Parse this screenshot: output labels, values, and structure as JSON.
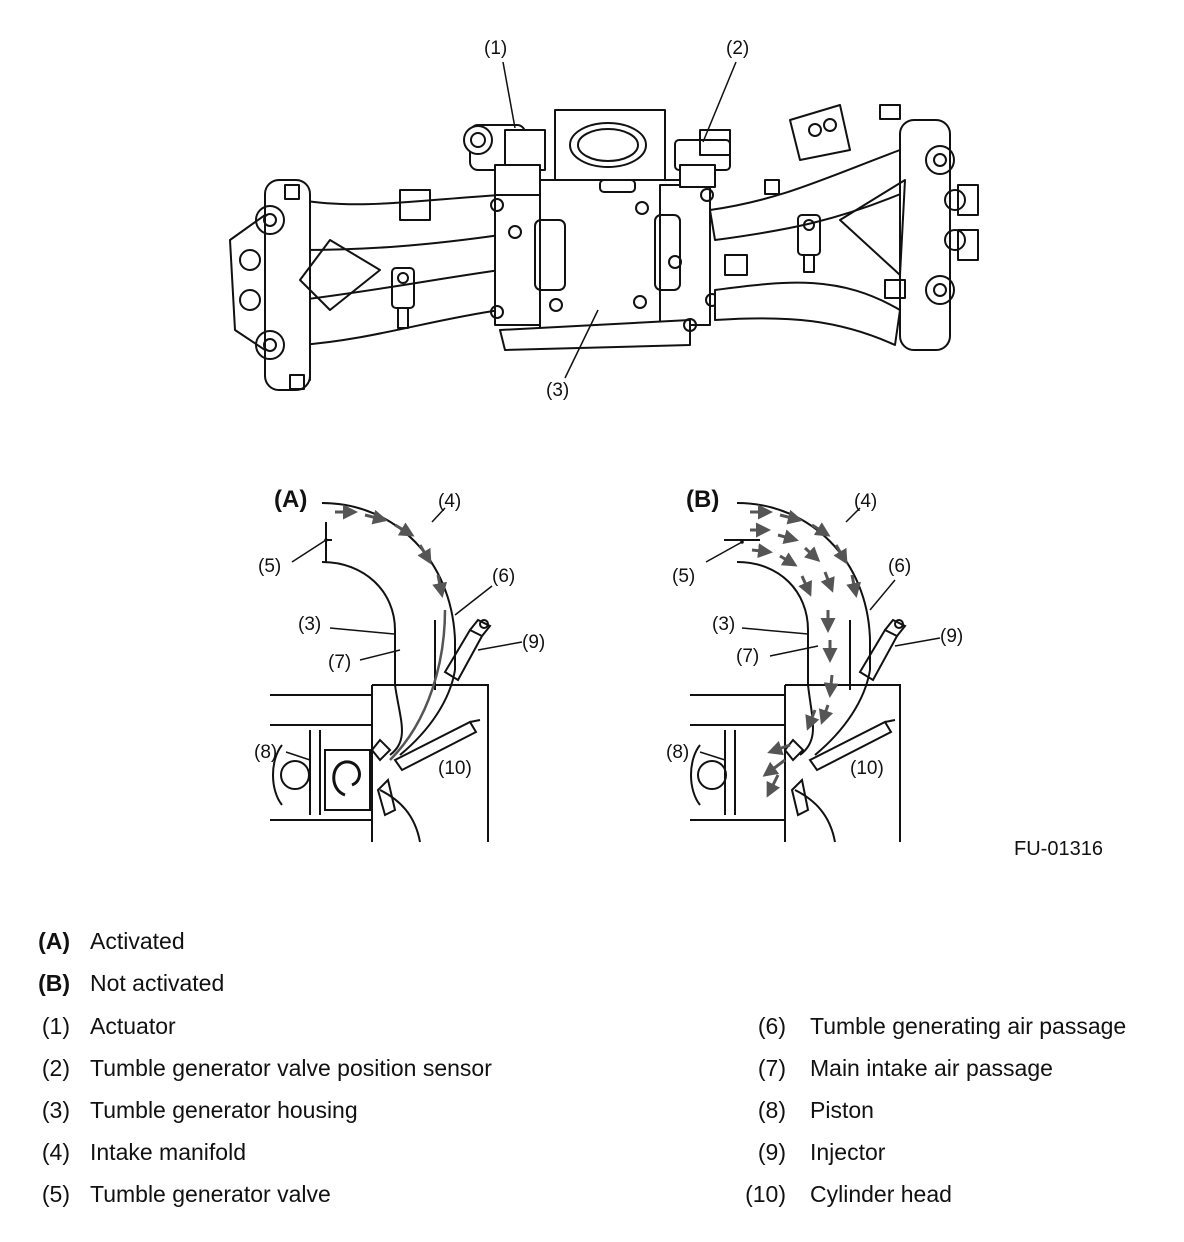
{
  "figure": {
    "id": "FU-01316",
    "panel_a": "(A)",
    "panel_b": "(B)",
    "top_callouts": {
      "c1": "(1)",
      "c2": "(2)",
      "c3": "(3)"
    },
    "detail_callouts": {
      "c3": "(3)",
      "c4": "(4)",
      "c5": "(5)",
      "c6": "(6)",
      "c7": "(7)",
      "c8": "(8)",
      "c9": "(9)",
      "c10": "(10)"
    }
  },
  "legend": {
    "left": [
      {
        "key": "(A)",
        "text": "Activated"
      },
      {
        "key": "(B)",
        "text": "Not activated"
      },
      {
        "key": "(1)",
        "text": "Actuator"
      },
      {
        "key": "(2)",
        "text": "Tumble generator valve position sensor"
      },
      {
        "key": "(3)",
        "text": "Tumble generator housing"
      },
      {
        "key": "(4)",
        "text": "Intake manifold"
      },
      {
        "key": "(5)",
        "text": "Tumble generator valve"
      }
    ],
    "right": [
      {
        "key": "(6)",
        "text": "Tumble generating air passage"
      },
      {
        "key": "(7)",
        "text": "Main intake air passage"
      },
      {
        "key": "(8)",
        "text": "Piston"
      },
      {
        "key": "(9)",
        "text": "Injector"
      },
      {
        "key": "(10)",
        "text": "Cylinder head"
      }
    ]
  }
}
